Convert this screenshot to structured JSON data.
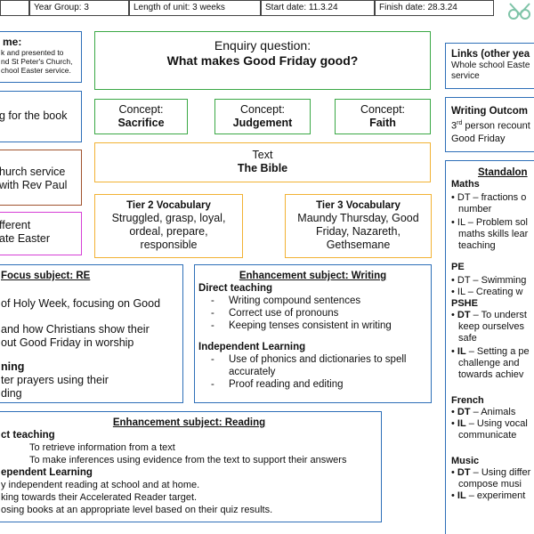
{
  "header": {
    "year_group": "Year Group: 3",
    "length": "Length of unit: 3 weeks",
    "start": "Start date: 11.3.24",
    "finish": "Finish date: 28.3.24"
  },
  "left_col": {
    "box1_title": "me:",
    "box1_lines": [
      "k and presented to",
      "nd St Peter's Church,",
      "chool Easter service."
    ],
    "box2": "g for the book",
    "box3_l1": "hurch service",
    "box3_l2": "with Rev Paul",
    "box4_l1": "fferent",
    "box4_l2": "ate Easter"
  },
  "enquiry": {
    "label": "Enquiry question:",
    "question": "What makes Good Friday good?"
  },
  "concepts": [
    {
      "label": "Concept:",
      "value": "Sacrifice",
      "color": "#3aa845"
    },
    {
      "label": "Concept:",
      "value": "Judgement",
      "color": "#3aa845"
    },
    {
      "label": "Concept:",
      "value": "Faith",
      "color": "#3aa845"
    }
  ],
  "text_box": {
    "label": "Text",
    "value": "The Bible"
  },
  "tier2": {
    "title": "Tier 2 Vocabulary",
    "body": [
      "Struggled, grasp, loyal,",
      "ordeal, prepare,",
      "responsible"
    ]
  },
  "tier3": {
    "title": "Tier 3 Vocabulary",
    "body": [
      "Maundy Thursday, Good",
      "Friday, Nazareth,",
      "Gethsemane"
    ]
  },
  "right_col": {
    "links_title": "Links (other yea",
    "links_body": [
      "Whole school Easte",
      "service"
    ],
    "writing_title": "Writing Outcom",
    "writing_line1_prefix": "3",
    "writing_line1_sup": "rd",
    "writing_line1_rest": " person recount",
    "writing_line2": "Good Friday",
    "standalone_title": "Standalon",
    "maths_head": "Maths",
    "maths_dt": [
      "• DT – fractions o",
      "number"
    ],
    "maths_il": [
      "• IL – Problem sol",
      "maths skills lear",
      "teaching"
    ],
    "pe_head": "PE",
    "pe_dt": "• DT – Swimming",
    "pe_il": "• IL – Creating w",
    "pshe_head": "PSHE",
    "pshe_dt_b": "DT",
    "pshe_dt": [
      " – To underst",
      "keep ourselves",
      "safe"
    ],
    "pshe_il_b": "IL",
    "pshe_il": [
      " – Setting a pe",
      "challenge and",
      "towards achiev"
    ],
    "french_head": "French",
    "french_dt_b": "DT",
    "french_dt": " – Animals",
    "french_il_b": "IL",
    "french_il": [
      " – Using vocal",
      "communicate"
    ],
    "music_head": "Music",
    "music_dt_b": "DT",
    "music_dt": [
      " – Using differ",
      "compose musi"
    ],
    "music_il_b": "IL",
    "music_il": " – experiment"
  },
  "focus_re": {
    "title": "Focus subject: RE",
    "l1": "of Holy Week, focusing on Good",
    "l2": "and how Christians show their",
    "l3": "out Good Friday in worship",
    "l4": "ning",
    "l5": "ter prayers using their",
    "l6": "ding"
  },
  "writing": {
    "title": "Enhancement subject: Writing",
    "dt_head": "Direct teaching",
    "dt_items": [
      "Writing compound sentences",
      "Correct use of pronouns",
      "Keeping tenses consistent in writing"
    ],
    "il_head": "Independent Learning",
    "il_items": [
      "Use of phonics and dictionaries to spell accurately",
      "Proof reading and editing"
    ]
  },
  "reading": {
    "title": "Enhancement subject: Reading",
    "dt_head": "ct teaching",
    "dt_lines": [
      "To retrieve information from a text",
      "To make inferences using evidence from the text to support their answers"
    ],
    "il_head": "ependent Learning",
    "il_lines": [
      "y independent reading at school and at home.",
      "king towards their Accelerated Reader target.",
      "osing books at an appropriate level based on their quiz results."
    ]
  },
  "colors": {
    "concept_border": "#3aa845",
    "tier_border": "#f2b233",
    "text_border": "#f2b233",
    "blue_border": "#2e6fb8",
    "box1_border": "#2e6fb8",
    "box3_border": "#a0522d",
    "box4_border": "#d63fd6",
    "enquiry_border": "#3aa845",
    "logo": "#7fc4a8"
  }
}
